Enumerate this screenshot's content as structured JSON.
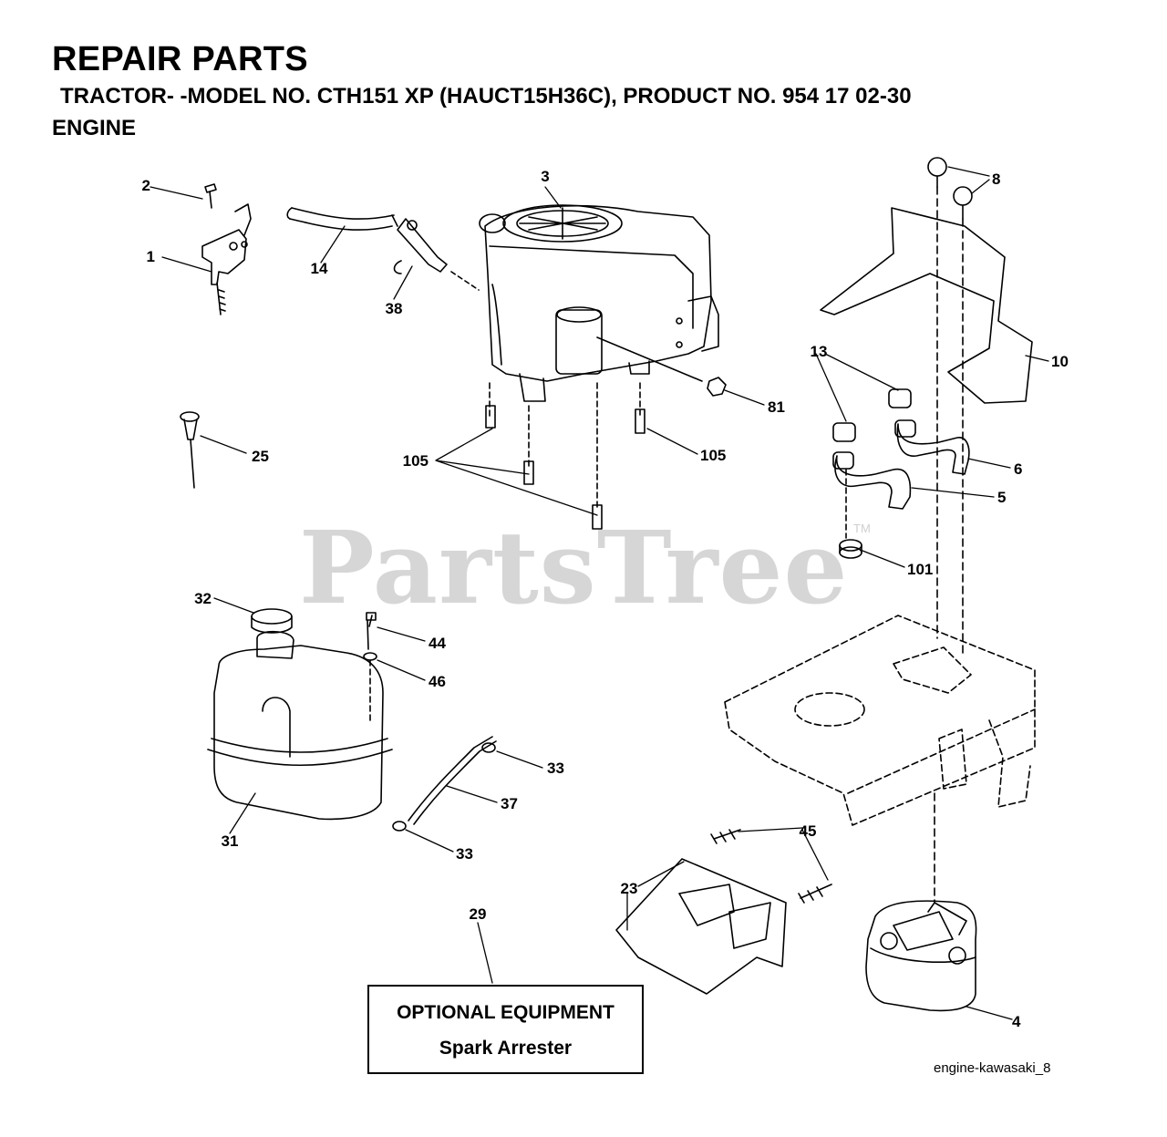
{
  "header": {
    "title": "REPAIR PARTS",
    "model_line": "TRACTOR- -MODEL NO. CTH151 XP (HAUCT15H36C), PRODUCT NO. 954 17 02-30",
    "section": "ENGINE"
  },
  "watermark": {
    "text": "PartsTree",
    "tm": "TM"
  },
  "callouts": [
    "1",
    "2",
    "3",
    "14",
    "38",
    "8",
    "10",
    "13",
    "81",
    "25",
    "105",
    "105",
    "6",
    "5",
    "101",
    "32",
    "44",
    "46",
    "33",
    "37",
    "33",
    "31",
    "45",
    "23",
    "29",
    "4"
  ],
  "optional_box": {
    "line1": "OPTIONAL EQUIPMENT",
    "line2": "Spark Arrester"
  },
  "figure_id": "engine-kawasaki_8"
}
